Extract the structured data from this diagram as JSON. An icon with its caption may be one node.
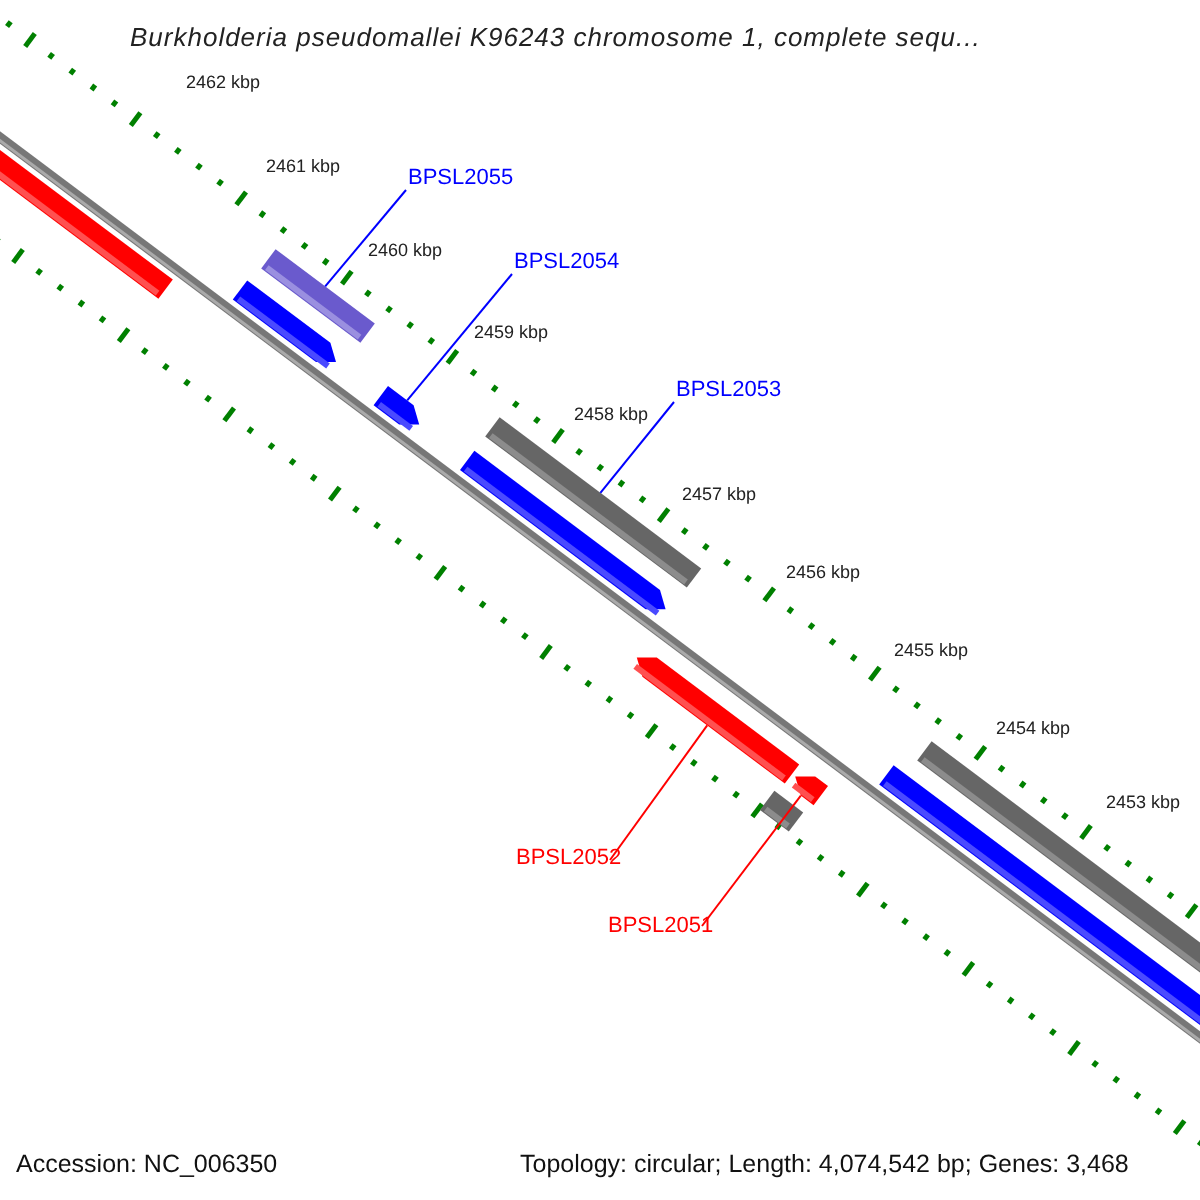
{
  "diagram": {
    "title": "Burkholderia pseudomallei K96243 chromosome 1, complete sequ...",
    "nodes": [
      {
        "text": [
          "BPSL2055"
        ]
      },
      {
        "text": [],
        "shape": "bar"
      },
      {
        "text": [
          "BPSL2054"
        ]
      },
      {
        "text": [],
        "shape": "bar"
      },
      {
        "text": [
          "BPSL2053"
        ]
      },
      {
        "text": [],
        "shape": "bar"
      },
      {
        "text": [
          "BPSL2052"
        ]
      },
      {
        "text": [],
        "shape": "bar"
      },
      {
        "text": [
          "BPSL2051"
        ]
      },
      {
        "text": [],
        "shape": "bar"
      }
    ],
    "edges": [
      {
        "from": 0,
        "to": 1,
        "arrow": "none"
      },
      {
        "from": 2,
        "to": 3,
        "arrow": "none"
      },
      {
        "from": 4,
        "to": 5,
        "arrow": "none"
      },
      {
        "from": 6,
        "to": 7,
        "arrow": "none",
        "color": "#ff0000"
      },
      {
        "from": 8,
        "to": 9,
        "arrow": "none",
        "color": "#ff0000"
      }
    ],
    "labels": [
      "2462 kbp",
      "2461 kbp",
      "2460 kbp",
      "2459 kbp",
      "2458 kbp",
      "2457 kbp",
      "2456 kbp",
      "2455 kbp",
      "2454 kbp",
      "2453 kbp",
      "Accession: NC_006350",
      "Topology: circular; Length: 4,074,542 bp; Genes: 3,468"
    ]
  }
}
